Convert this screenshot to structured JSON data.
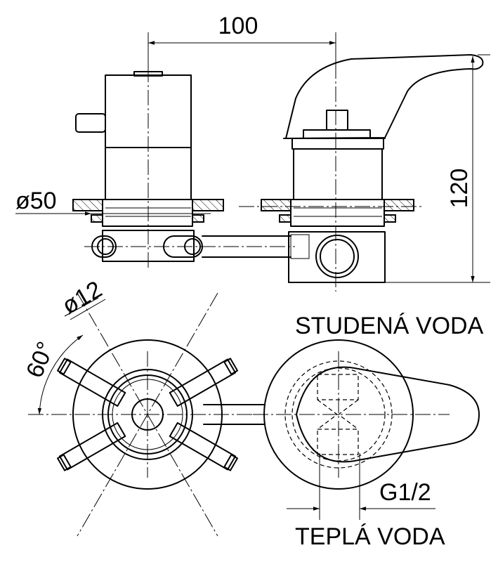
{
  "drawing": {
    "dim_width": "100",
    "dim_height": "120",
    "dim_flange_diameter": "ø50",
    "dim_pipe_diameter": "ø12",
    "dim_angle": "60°",
    "label_cold": "STUDENÁ VODA",
    "label_hot": "TEPLÁ VODA",
    "label_thread": "G1/2"
  }
}
